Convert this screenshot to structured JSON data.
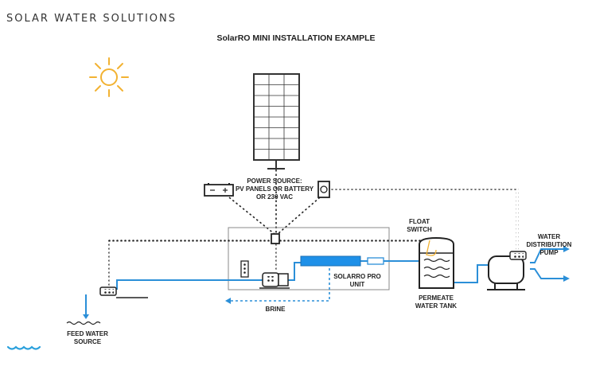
{
  "brand": "SOLAR WATER SOLUTIONS",
  "diagram_title": "SolarRO MINI INSTALLATION EXAMPLE",
  "labels": {
    "power_source": [
      "POWER SOURCE:",
      "PV PANELS OR BATTERY",
      "OR 230 VAC"
    ],
    "float_switch": [
      "FLOAT",
      "SWITCH"
    ],
    "distribution_pump": [
      "WATER",
      "DISTRIBUTION",
      "PUMP"
    ],
    "solarro_unit": [
      "SOLARRO PRO",
      "UNIT"
    ],
    "permeate_tank": [
      "PERMEATE",
      "WATER TANK"
    ],
    "brine": "BRINE",
    "feed_water": [
      "FEED WATER",
      "SOURCE"
    ]
  },
  "colors": {
    "water_line": "#2b8fd8",
    "membrane": "#1e90e8",
    "sun": "#f2b232",
    "wire": "#222222",
    "wave": "#2aa0dc"
  }
}
